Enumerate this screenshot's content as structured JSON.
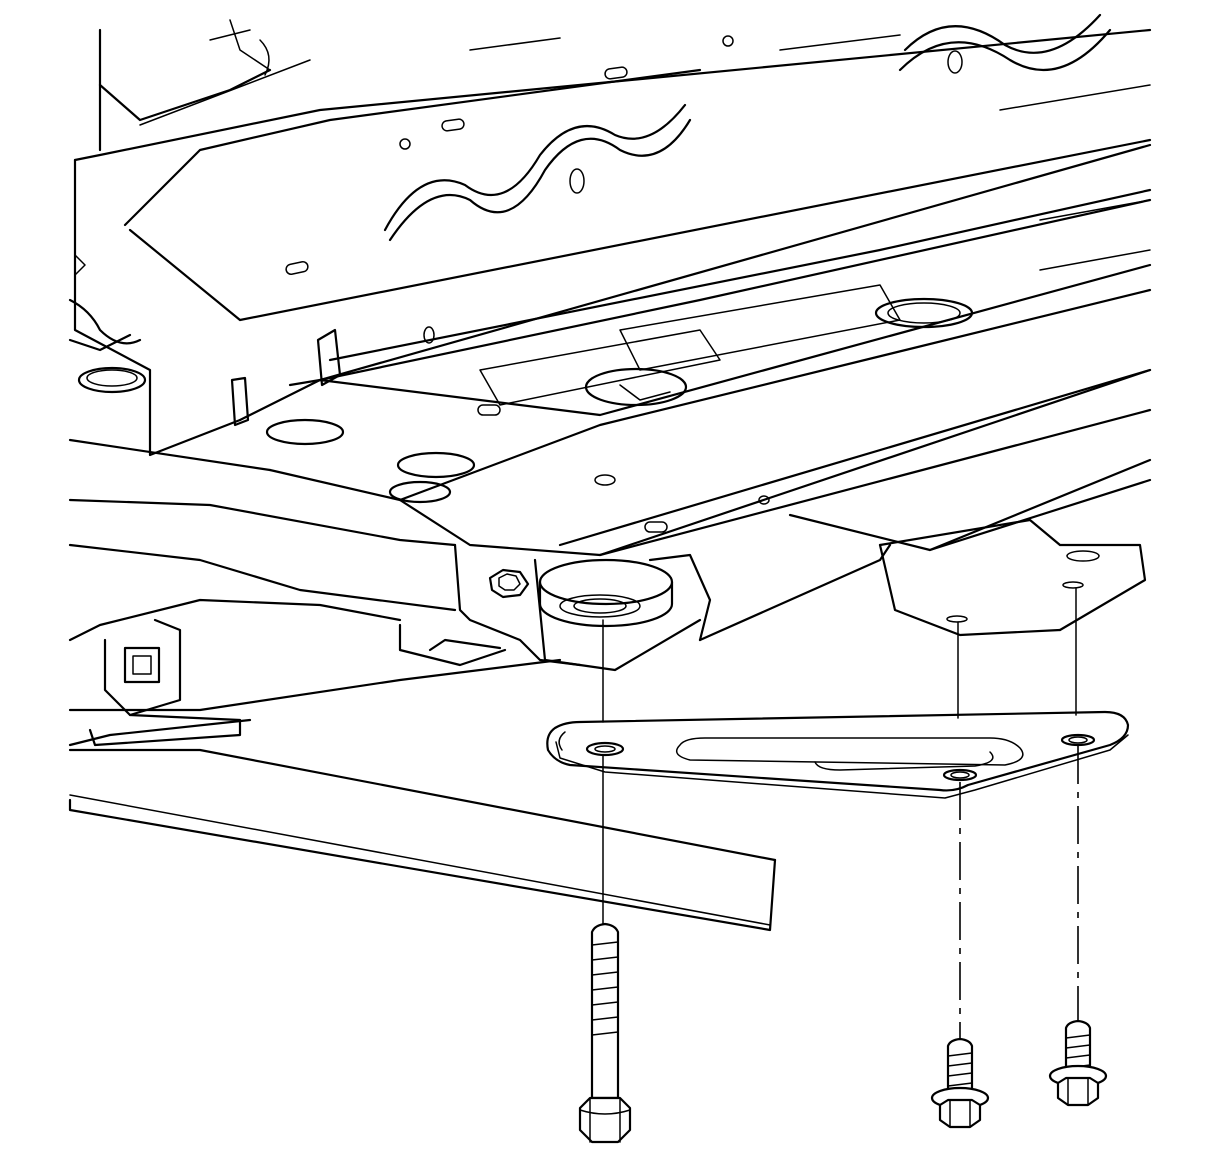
{
  "figure": {
    "kind": "exploded-view line drawing",
    "colors": {
      "line": "#000000",
      "background": "#ffffff"
    },
    "parts": [
      {
        "id": "long-bolt",
        "count": 1
      },
      {
        "id": "bushing",
        "count": 1
      },
      {
        "id": "reinforcement-plate",
        "count": 1,
        "holes": 3
      },
      {
        "id": "short-flange-bolt",
        "count": 2
      }
    ]
  }
}
